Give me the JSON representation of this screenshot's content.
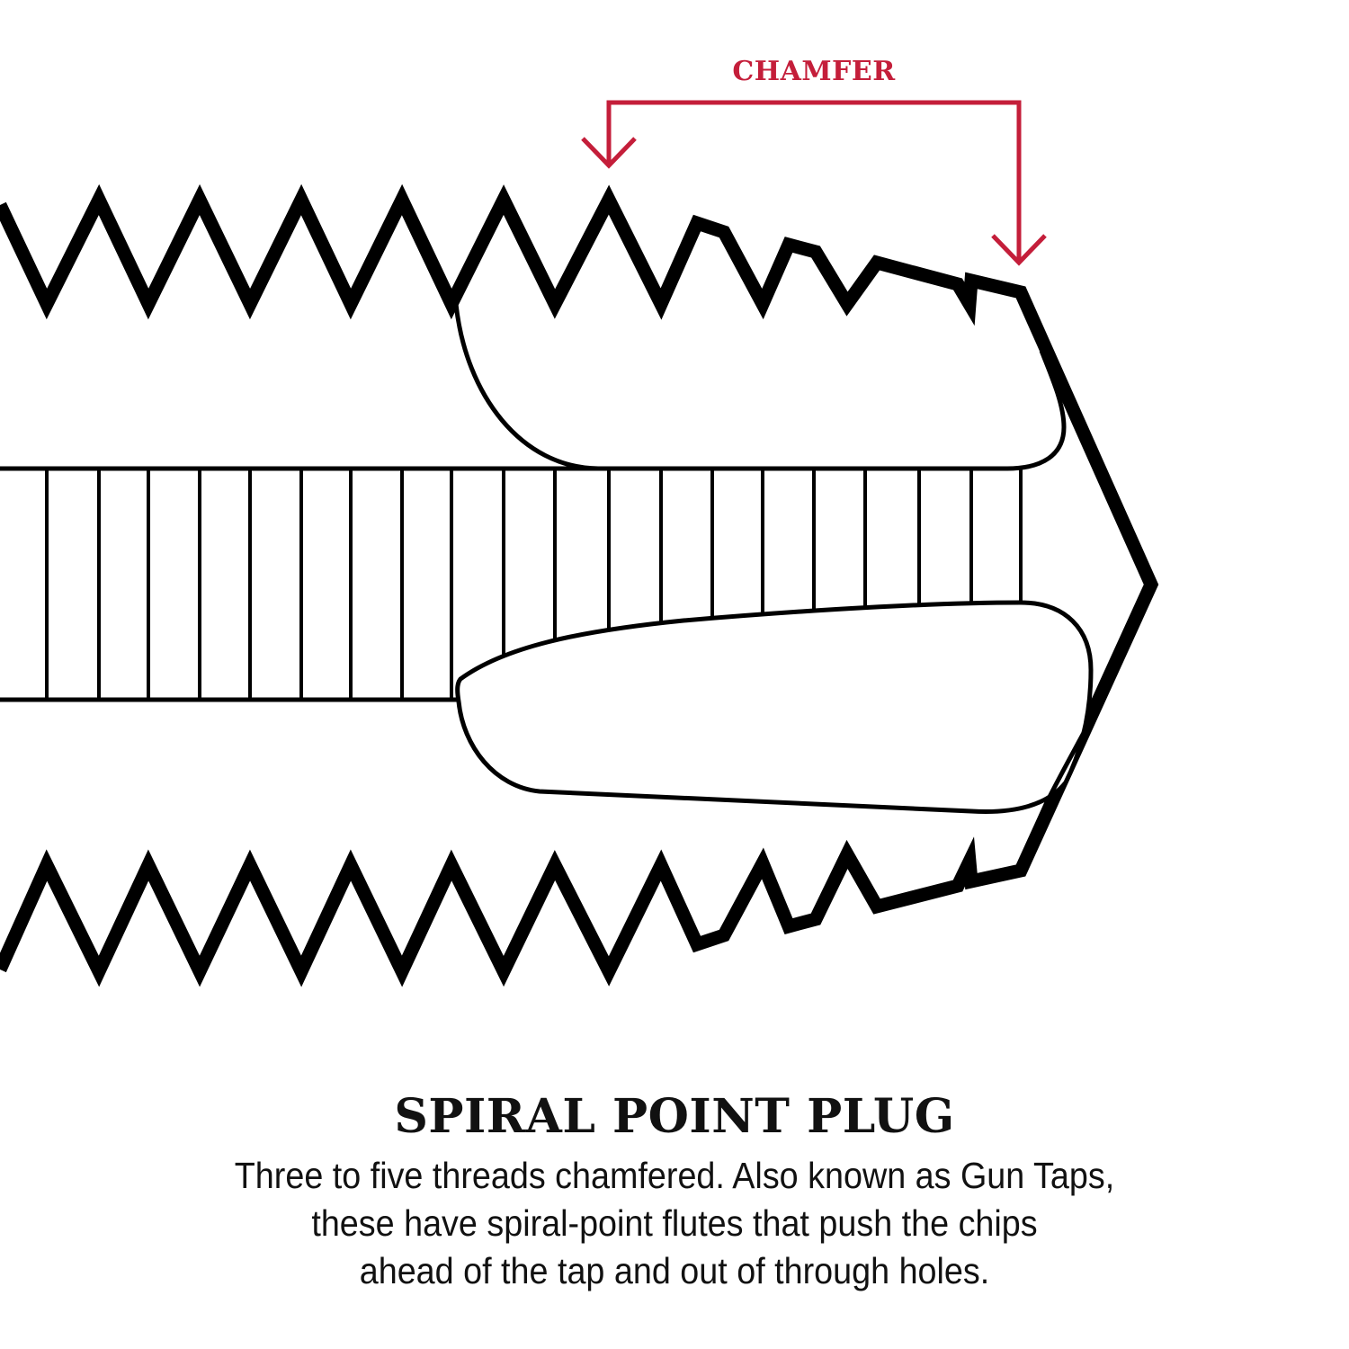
{
  "callout": {
    "label": "CHAMFER",
    "color": "#c41e3a"
  },
  "caption": {
    "title": "SPIRAL POINT PLUG",
    "lines": [
      "Three to five threads chamfered. Also known as Gun Taps,",
      "these have spiral-point flutes that push the chips",
      "ahead of the tap and out of through holes."
    ]
  },
  "colors": {
    "outline": "#000000",
    "background": "#ffffff"
  }
}
